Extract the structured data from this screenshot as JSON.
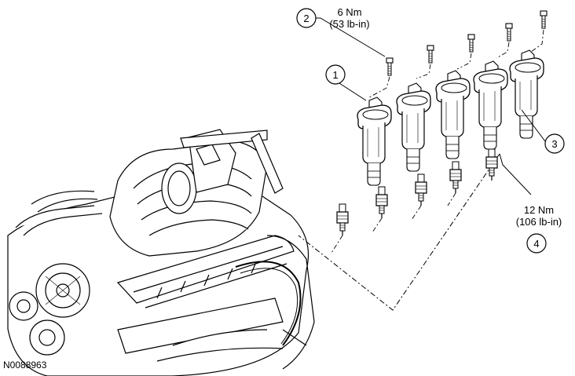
{
  "callouts": [
    {
      "number": "1"
    },
    {
      "number": "2",
      "torque_line1": "6 Nm",
      "torque_line2": "(53 lb-in)"
    },
    {
      "number": "3"
    },
    {
      "number": "4",
      "torque_line1": "12 Nm",
      "torque_line2": "(106 lb-in)"
    }
  ],
  "figure_id": "N0088963"
}
